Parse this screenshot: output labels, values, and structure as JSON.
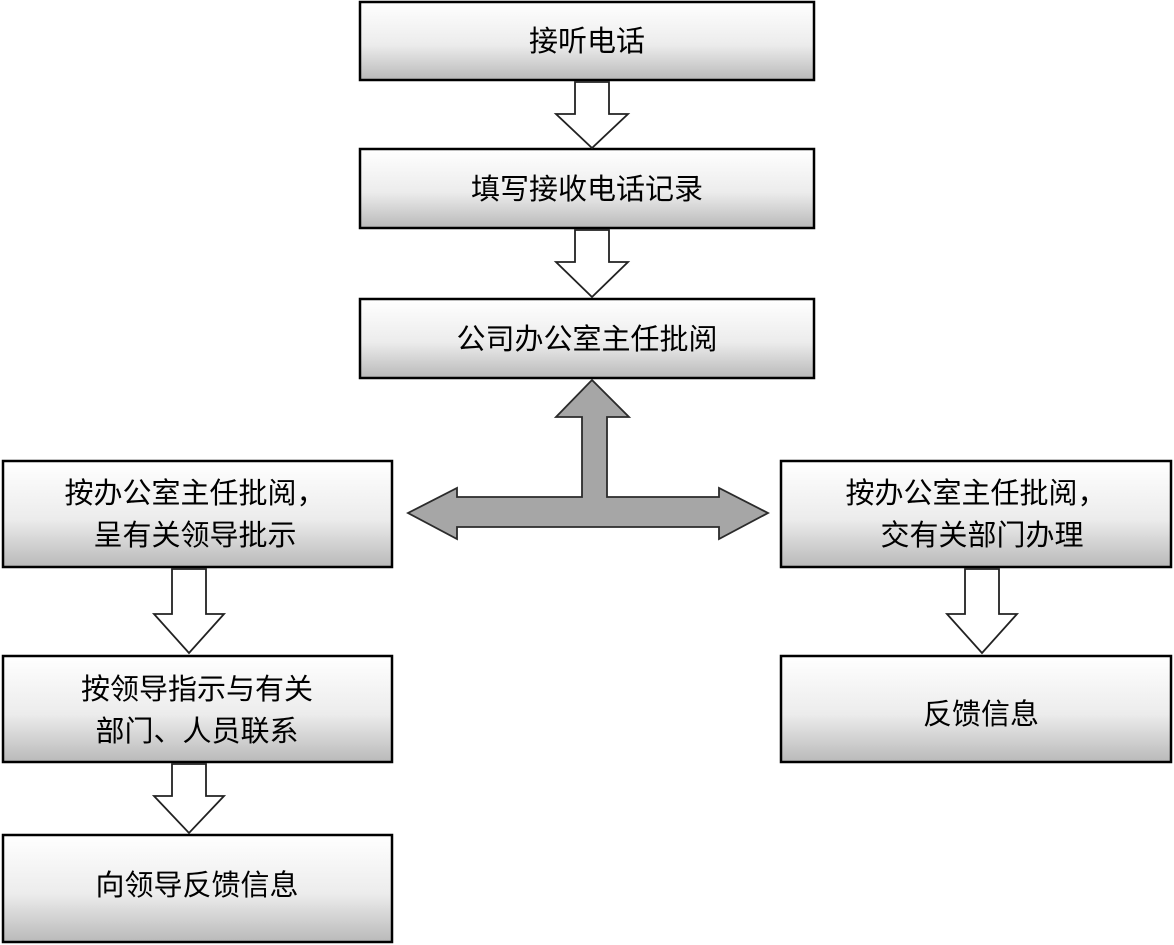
{
  "flowchart": {
    "nodes": {
      "answer_call": {
        "lines": [
          "接听电话"
        ]
      },
      "fill_record": {
        "lines": [
          "填写接收电话记录"
        ]
      },
      "director_review": {
        "lines": [
          "公司办公室主任批阅"
        ]
      },
      "present_leaders": {
        "lines": [
          "按办公室主任批阅，",
          "呈有关领导批示"
        ]
      },
      "contact_departments": {
        "lines": [
          "按领导指示与有关",
          "部门、人员联系"
        ]
      },
      "feedback_to_leaders": {
        "lines": [
          "向领导反馈信息"
        ]
      },
      "assign_departments": {
        "lines": [
          "按办公室主任批阅，",
          "交有关部门办理"
        ]
      },
      "feedback_info": {
        "lines": [
          "反馈信息"
        ]
      }
    }
  }
}
